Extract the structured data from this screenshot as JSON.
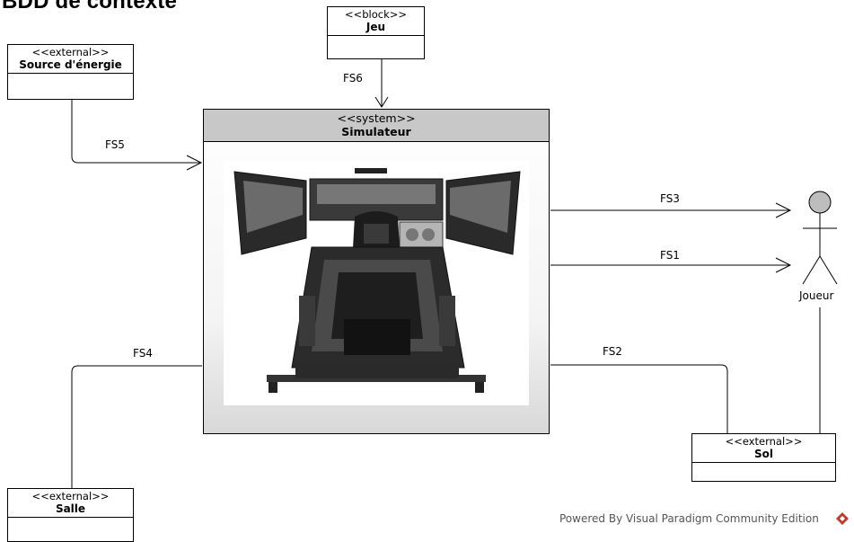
{
  "page": {
    "title": "BDD de contexte"
  },
  "system": {
    "stereotype": "<<system>>",
    "name": "Simulateur"
  },
  "blocks": {
    "jeu": {
      "stereotype": "<<block>>",
      "name": "Jeu"
    },
    "source": {
      "stereotype": "<<external>>",
      "name": "Source d'énergie"
    },
    "sol": {
      "stereotype": "<<external>>",
      "name": "Sol"
    },
    "salle": {
      "stereotype": "<<external>>",
      "name": "Salle"
    }
  },
  "actor": {
    "name": "Joueur"
  },
  "flows": {
    "fs1": "FS1",
    "fs2": "FS2",
    "fs3": "FS3",
    "fs4": "FS4",
    "fs5": "FS5",
    "fs6": "FS6"
  },
  "footer": {
    "text": "Powered By Visual Paradigm Community Edition"
  },
  "colors": {
    "system_header": "#c8c8c8",
    "logo": "#c0392b",
    "actor_head": "#bdbdbd"
  }
}
